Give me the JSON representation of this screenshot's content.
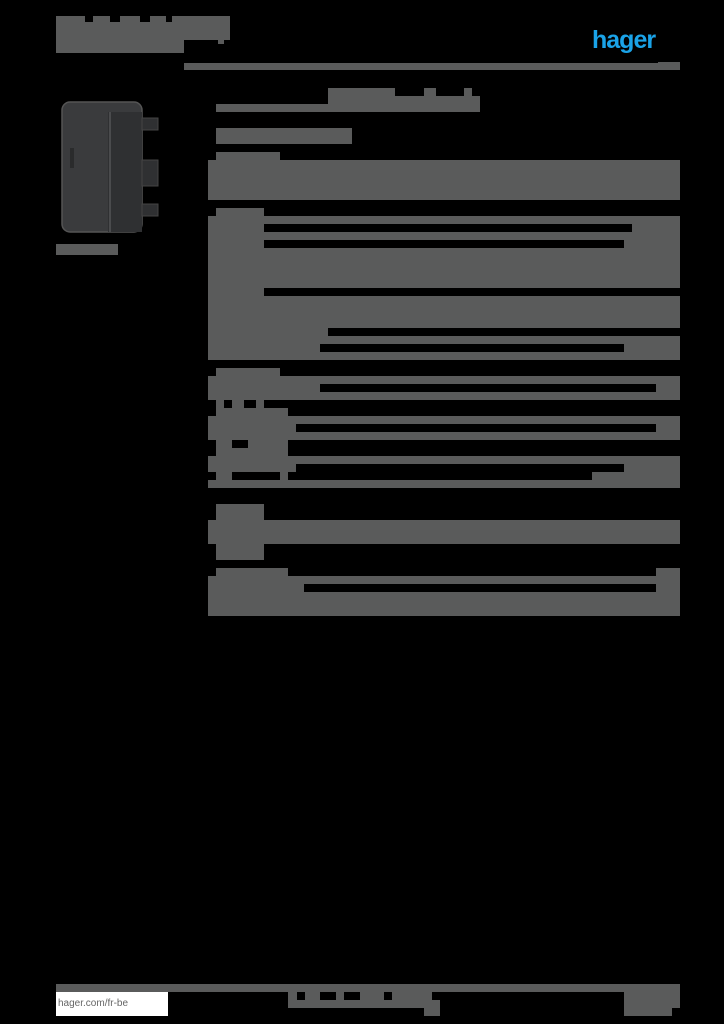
{
  "header": {
    "title_line_1": "",
    "title_line_2": "",
    "logo_text": "hager",
    "logo_color": "#1aa3e8"
  },
  "product": {
    "image_alt": "Embout de fermeture (end cap) product image",
    "caption": ""
  },
  "main": {
    "heading": "",
    "subheading": "",
    "sections": [
      {
        "title": "",
        "rows": [
          ""
        ]
      },
      {
        "title": "",
        "rows": [
          "",
          "",
          "",
          ""
        ]
      },
      {
        "title": "",
        "rows": [
          "",
          "",
          "",
          ""
        ]
      },
      {
        "title": "",
        "rows": [
          "",
          ""
        ]
      },
      {
        "title": "",
        "rows": [
          "",
          "",
          ""
        ]
      },
      {
        "title": "",
        "rows": [
          ""
        ]
      },
      {
        "title": "",
        "rows": [
          "",
          ""
        ]
      }
    ]
  },
  "footer": {
    "website": "hager.com/fr-be",
    "center_text": "",
    "page_info": ""
  },
  "colors": {
    "background": "#000000",
    "block_gray": "#5a5b5b",
    "brand_blue": "#1aa3e8"
  }
}
